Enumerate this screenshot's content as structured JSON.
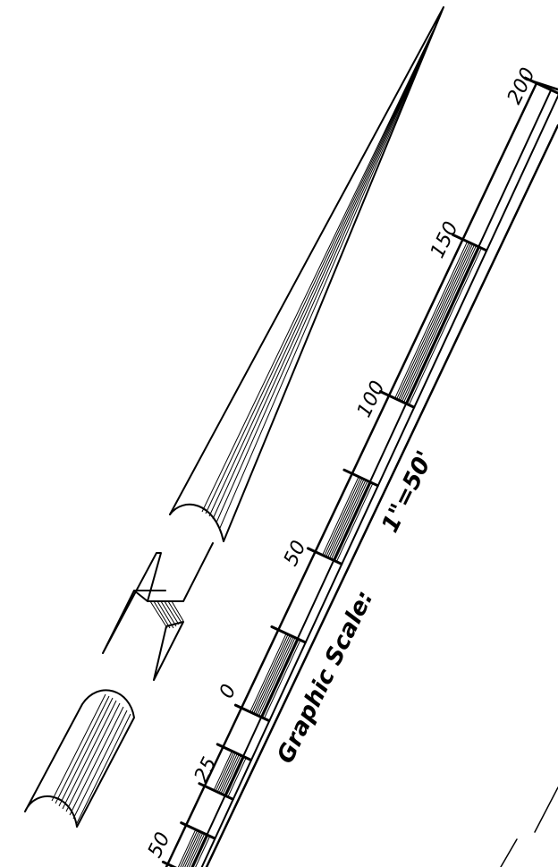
{
  "scale_bar": {
    "title": "Graphic Scale:",
    "ratio": "1\"=50'",
    "tick_labels": [
      "50",
      "25",
      "0",
      "50",
      "100",
      "150",
      "200"
    ],
    "tick_values_ft": [
      -50,
      -25,
      0,
      50,
      100,
      150,
      200
    ]
  },
  "north_arrow": {
    "glyph": "N"
  },
  "colors": {
    "line": "#000000",
    "background": "#ffffff"
  }
}
